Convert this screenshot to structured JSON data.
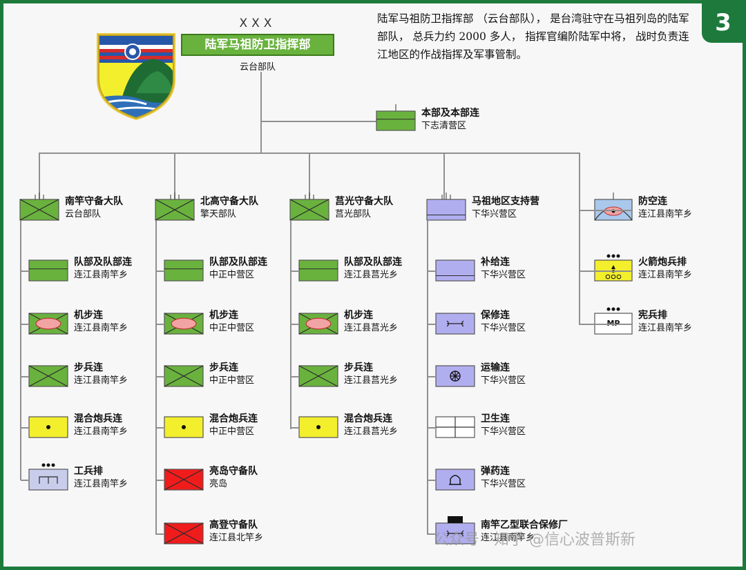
{
  "page_number": "3",
  "description": "陆军马祖防卫指挥部 （云台部队）， 是台湾驻守在马祖列岛的陆军部队， 总兵力约 2000 多人， 指挥官编阶陆军中将， 战时负责连江地区的作战指挥及军事管制。",
  "command": {
    "level": "XXX",
    "title": "陆军马祖防卫指挥部",
    "subtitle": "云台部队"
  },
  "units": [
    {
      "key": "hq",
      "name": "本部及本部连",
      "location": "下志清营区",
      "symbol": "hq",
      "fill": "#6ab23e"
    },
    {
      "key": "c1",
      "name": "南竿守备大队",
      "location": "云台部队",
      "symbol": "infantry",
      "fill": "#6ab23e"
    },
    {
      "key": "c1_hq",
      "name": "队部及队部连",
      "location": "连江县南竿乡",
      "symbol": "hq",
      "fill": "#6ab23e"
    },
    {
      "key": "c1_mech",
      "name": "机步连",
      "location": "连江县南竿乡",
      "symbol": "mech",
      "fill": "#6ab23e"
    },
    {
      "key": "c1_inf",
      "name": "步兵连",
      "location": "连江县南竿乡",
      "symbol": "infantry",
      "fill": "#6ab23e"
    },
    {
      "key": "c1_art",
      "name": "混合炮兵连",
      "location": "连江县南竿乡",
      "symbol": "artillery",
      "fill": "#f3ef2d"
    },
    {
      "key": "c1_eng",
      "name": "工兵排",
      "location": "连江县南竿乡",
      "symbol": "engineer",
      "fill": "#c9cdec"
    },
    {
      "key": "c2",
      "name": "北高守备大队",
      "location": "擎天部队",
      "symbol": "infantry",
      "fill": "#6ab23e"
    },
    {
      "key": "c2_hq",
      "name": "队部及队部连",
      "location": "中正中营区",
      "symbol": "hq",
      "fill": "#6ab23e"
    },
    {
      "key": "c2_mech",
      "name": "机步连",
      "location": "中正中营区",
      "symbol": "mech",
      "fill": "#6ab23e"
    },
    {
      "key": "c2_inf",
      "name": "步兵连",
      "location": "中正中营区",
      "symbol": "infantry",
      "fill": "#6ab23e"
    },
    {
      "key": "c2_art",
      "name": "混合炮兵连",
      "location": "中正中营区",
      "symbol": "artillery",
      "fill": "#f3ef2d"
    },
    {
      "key": "c2_ld",
      "name": "亮岛守备队",
      "location": "亮岛",
      "symbol": "infantry",
      "fill": "#f01c1c"
    },
    {
      "key": "c2_gd",
      "name": "高登守备队",
      "location": "连江县北竿乡",
      "symbol": "infantry",
      "fill": "#f01c1c"
    },
    {
      "key": "c3",
      "name": "莒光守备大队",
      "location": "莒光部队",
      "symbol": "infantry",
      "fill": "#6ab23e"
    },
    {
      "key": "c3_hq",
      "name": "队部及队部连",
      "location": "连江县莒光乡",
      "symbol": "hq",
      "fill": "#6ab23e"
    },
    {
      "key": "c3_mech",
      "name": "机步连",
      "location": "连江县莒光乡",
      "symbol": "mech",
      "fill": "#6ab23e"
    },
    {
      "key": "c3_inf",
      "name": "步兵连",
      "location": "连江县莒光乡",
      "symbol": "infantry",
      "fill": "#6ab23e"
    },
    {
      "key": "c3_art",
      "name": "混合炮兵连",
      "location": "连江县莒光乡",
      "symbol": "artillery",
      "fill": "#f3ef2d"
    },
    {
      "key": "c4",
      "name": "马祖地区支持营",
      "location": "下华兴营区",
      "symbol": "support",
      "fill": "#b1aef0"
    },
    {
      "key": "c4_sup",
      "name": "补给连",
      "location": "下华兴营区",
      "symbol": "support",
      "fill": "#b1aef0"
    },
    {
      "key": "c4_maint",
      "name": "保修连",
      "location": "下华兴营区",
      "symbol": "maint",
      "fill": "#b1aef0"
    },
    {
      "key": "c4_trans",
      "name": "运输连",
      "location": "下华兴营区",
      "symbol": "transport",
      "fill": "#b1aef0"
    },
    {
      "key": "c4_med",
      "name": "卫生连",
      "location": "下华兴营区",
      "symbol": "medical",
      "fill": "#ffffff"
    },
    {
      "key": "c4_ammo",
      "name": "弹药连",
      "location": "下华兴营区",
      "symbol": "ammo",
      "fill": "#b1aef0"
    },
    {
      "key": "c4_depot",
      "name": "南竿乙型联合保修厂",
      "location": "连江县南竿乡",
      "symbol": "depot",
      "fill": "#b1aef0"
    },
    {
      "key": "c5_ad",
      "name": "防空连",
      "location": "连江县南竿乡",
      "symbol": "airdefense",
      "fill": "#a9c8ec"
    },
    {
      "key": "c5_rk",
      "name": "火箭炮兵排",
      "location": "连江县南竿乡",
      "symbol": "rocket",
      "fill": "#f3ef2d"
    },
    {
      "key": "c5_mp",
      "name": "宪兵排",
      "location": "连江县南竿乡",
      "symbol": "mp",
      "fill": "#ffffff",
      "symbol_text": "MP"
    }
  ],
  "watermark": "公众号 · 知乎 @信心波普斯新",
  "colors": {
    "frame": "#1d7a3c",
    "infantry_green": "#6ab23e",
    "artillery_yellow": "#f3ef2d",
    "support_lavender": "#b1aef0",
    "offshore_red": "#f01c1c",
    "air_defense_blue": "#a9c8ec"
  }
}
